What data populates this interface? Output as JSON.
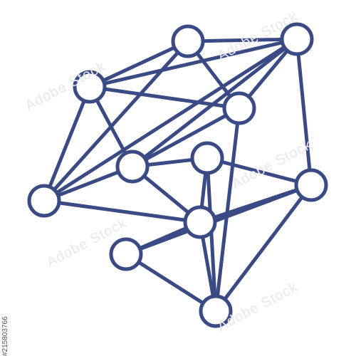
{
  "colors": {
    "stroke": "#3a4a85",
    "fill": "#ffffff",
    "background": "#ffffff"
  },
  "watermark": "Adobe Stock",
  "stock_id": "#215803766",
  "nodes": [
    {
      "id": "n1"
    },
    {
      "id": "n2"
    },
    {
      "id": "n3"
    },
    {
      "id": "n4"
    },
    {
      "id": "n5"
    },
    {
      "id": "n6"
    },
    {
      "id": "n7"
    },
    {
      "id": "n8"
    },
    {
      "id": "n9"
    },
    {
      "id": "n10"
    },
    {
      "id": "n11"
    }
  ],
  "edges": [
    [
      "n1",
      "n2"
    ],
    [
      "n1",
      "n3"
    ],
    [
      "n1",
      "n4"
    ],
    [
      "n1",
      "n5"
    ],
    [
      "n1",
      "n6"
    ],
    [
      "n1",
      "n7"
    ],
    [
      "n2",
      "n3"
    ],
    [
      "n2",
      "n4"
    ],
    [
      "n2",
      "n5"
    ],
    [
      "n3",
      "n4"
    ],
    [
      "n3",
      "n5"
    ],
    [
      "n3",
      "n6"
    ],
    [
      "n4",
      "n6"
    ],
    [
      "n4",
      "n10"
    ],
    [
      "n5",
      "n6"
    ],
    [
      "n5",
      "n9"
    ],
    [
      "n6",
      "n8"
    ],
    [
      "n6",
      "n10"
    ],
    [
      "n7",
      "n8"
    ],
    [
      "n7",
      "n9"
    ],
    [
      "n7",
      "n10"
    ],
    [
      "n7",
      "n11"
    ],
    [
      "n8",
      "n9"
    ],
    [
      "n8",
      "n10"
    ],
    [
      "n9",
      "n10"
    ],
    [
      "n9",
      "n11"
    ],
    [
      "n10",
      "n11"
    ]
  ]
}
